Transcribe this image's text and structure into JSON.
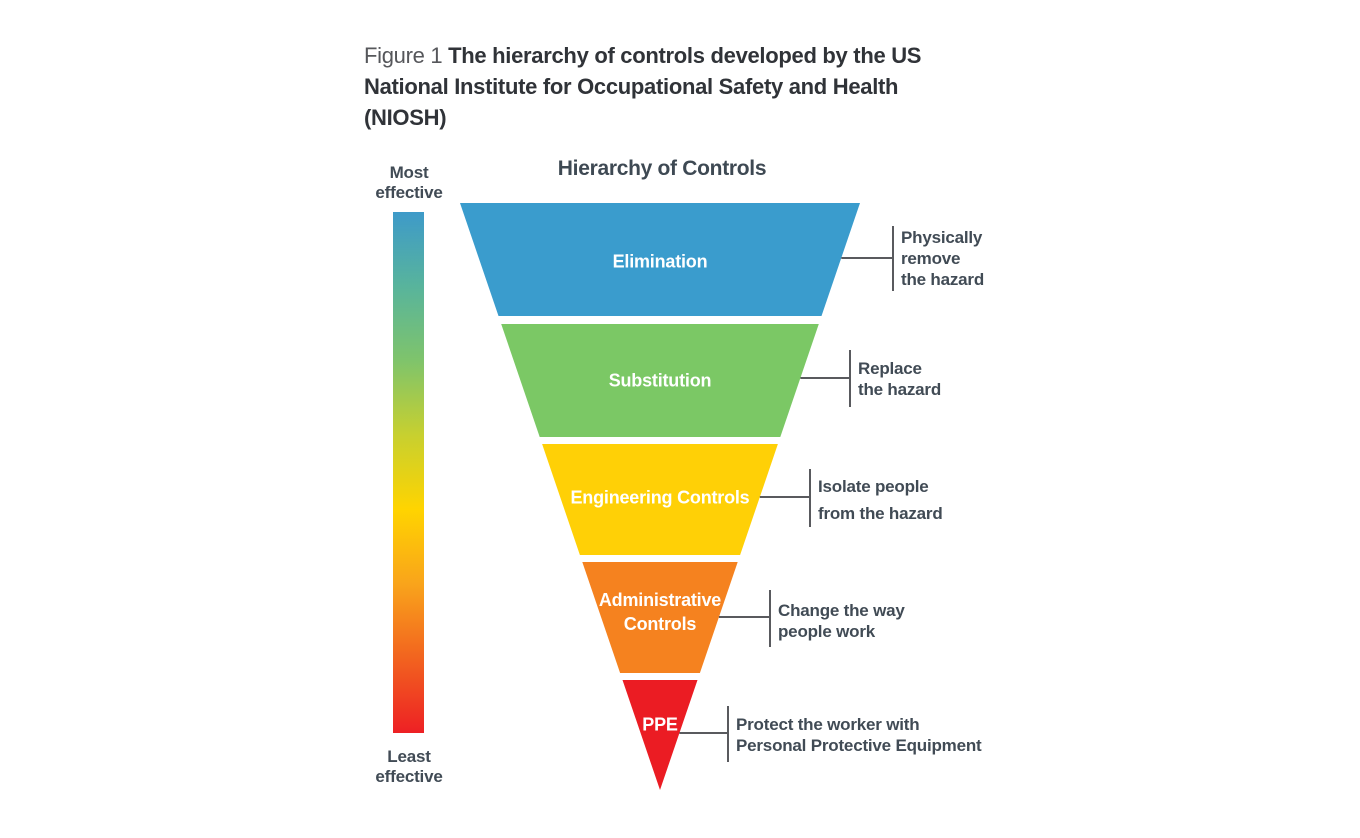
{
  "figure": {
    "caption": {
      "prefix": "Figure 1",
      "line1": "The hierarchy of controls developed by the US",
      "line2": "National Institute for Occupational Safety and Health",
      "line3": "(NIOSH)"
    }
  },
  "chart_data": {
    "type": "funnel",
    "title": "Hierarchy of Controls",
    "effectiveness_scale": {
      "top_label": "Most effective",
      "bottom_label": "Least effective",
      "gradient": [
        "#3E9AC9",
        "#58B49C",
        "#7FC46B",
        "#C8D02F",
        "#FFD400",
        "#F9A41B",
        "#F2631F",
        "#ED2024"
      ]
    },
    "levels": [
      {
        "rank": 1,
        "label": "Elimination",
        "color": "#3A9CCD",
        "note": "Physically\nremove\nthe hazard"
      },
      {
        "rank": 2,
        "label": "Substitution",
        "color": "#7BC865",
        "note": "Replace\nthe hazard"
      },
      {
        "rank": 3,
        "label": "Engineering Controls",
        "color": "#FFD006",
        "note": "Isolate people\nfrom the hazard"
      },
      {
        "rank": 4,
        "label": "Administrative Controls",
        "color": "#F5821F",
        "note": "Change the way\npeople work"
      },
      {
        "rank": 5,
        "label": "PPE",
        "color": "#EB1C23",
        "note": "Protect the worker with\nPersonal Protective Equipment"
      }
    ],
    "colors": {
      "callout_line": "#595a5e",
      "note_text": "#414b55",
      "funnel_label_text": "#ffffff"
    }
  }
}
